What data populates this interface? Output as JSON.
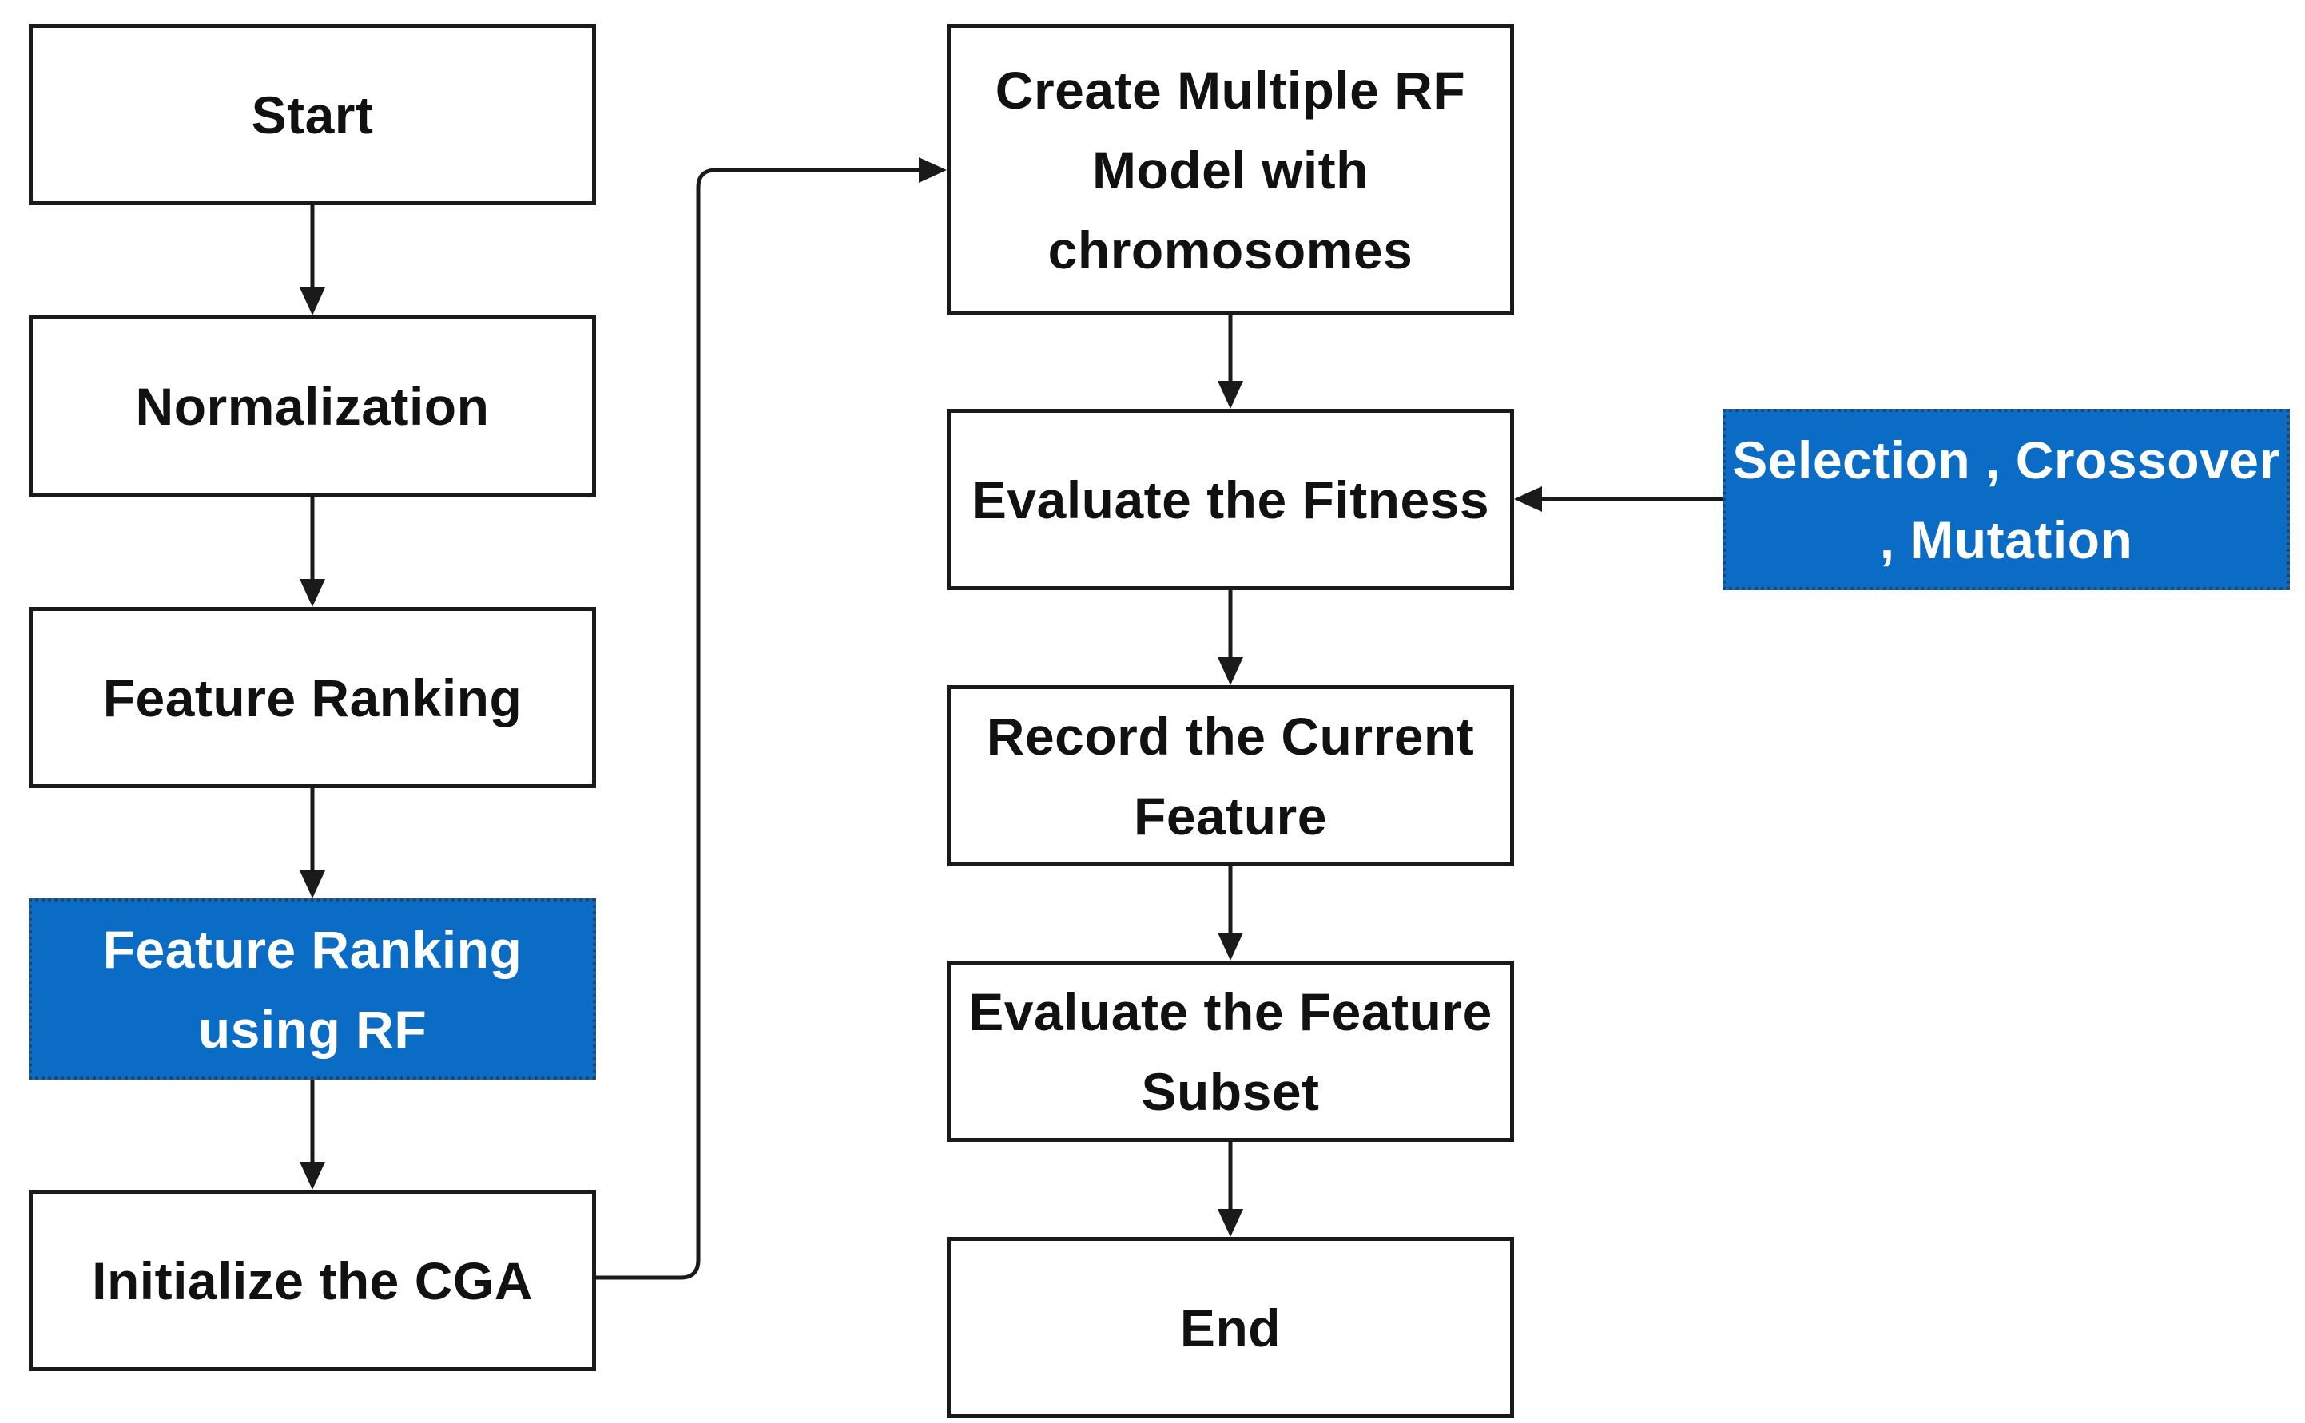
{
  "diagram": {
    "nodes": {
      "start": "Start",
      "normalization": "Normalization",
      "feature_ranking": "Feature Ranking",
      "feature_ranking_rf": "Feature Ranking\nusing RF",
      "initialize_cga": "Initialize the CGA",
      "create_models": "Create Multiple RF\nModel with\nchromosomes",
      "evaluate_fitness": "Evaluate the Fitness",
      "record_feature": "Record the Current\nFeature",
      "evaluate_subset": "Evaluate the Feature\nSubset",
      "end": "End",
      "operators": "Selection , Crossover\n, Mutation"
    },
    "colors": {
      "highlight_fill": "#0a6cc4",
      "highlight_text": "#ffffff",
      "box_border": "#1a1a1a",
      "arrow": "#1a1a1a"
    }
  }
}
